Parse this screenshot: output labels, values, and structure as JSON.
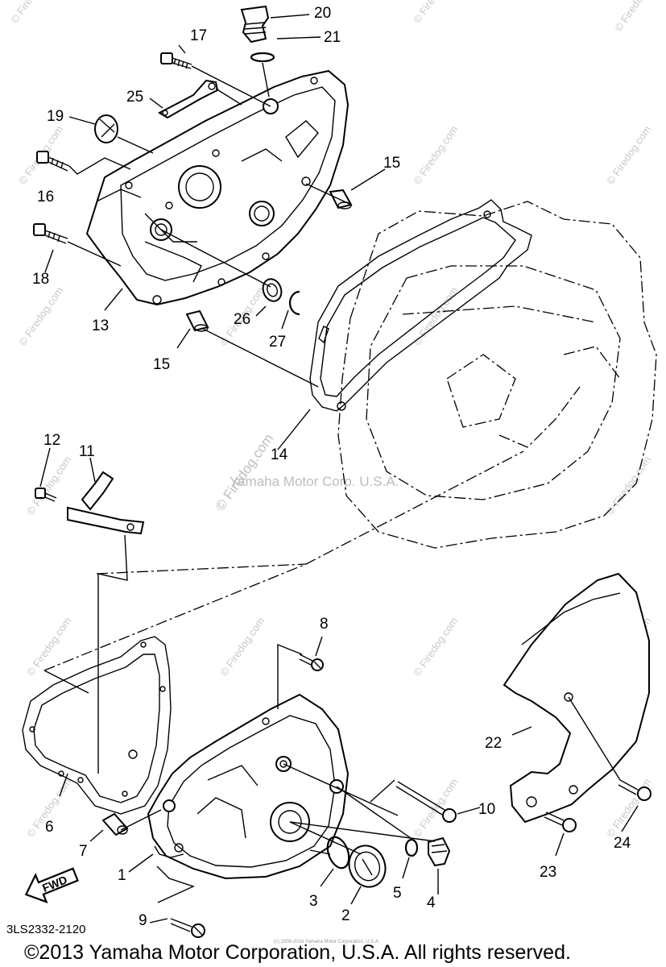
{
  "diagram": {
    "labels": {
      "p1": "1",
      "p2": "2",
      "p3": "3",
      "p4": "4",
      "p5": "5",
      "p6": "6",
      "p7": "7",
      "p8": "8",
      "p9": "9",
      "p10": "10",
      "p11": "11",
      "p12": "12",
      "p13": "13",
      "p14": "14",
      "p15a": "15",
      "p15b": "15",
      "p16": "16",
      "p17": "17",
      "p18": "18",
      "p19": "19",
      "p20": "20",
      "p21": "21",
      "p22": "22",
      "p23": "23",
      "p24": "24",
      "p25": "25",
      "p26": "26",
      "p27": "27"
    },
    "fwd_arrow_text": "FWD",
    "diagram_code": "3LS2332-2120",
    "watermark_center": "Yamaha Motor Corp. U.S.A.",
    "watermark_site": "© Firedog.com",
    "footer_small": "(c) 2006-2016 Yamaha Motor Corporation, U.S.A.",
    "copyright": "©2013 Yamaha Motor Corporation, U.S.A. All rights reserved."
  }
}
